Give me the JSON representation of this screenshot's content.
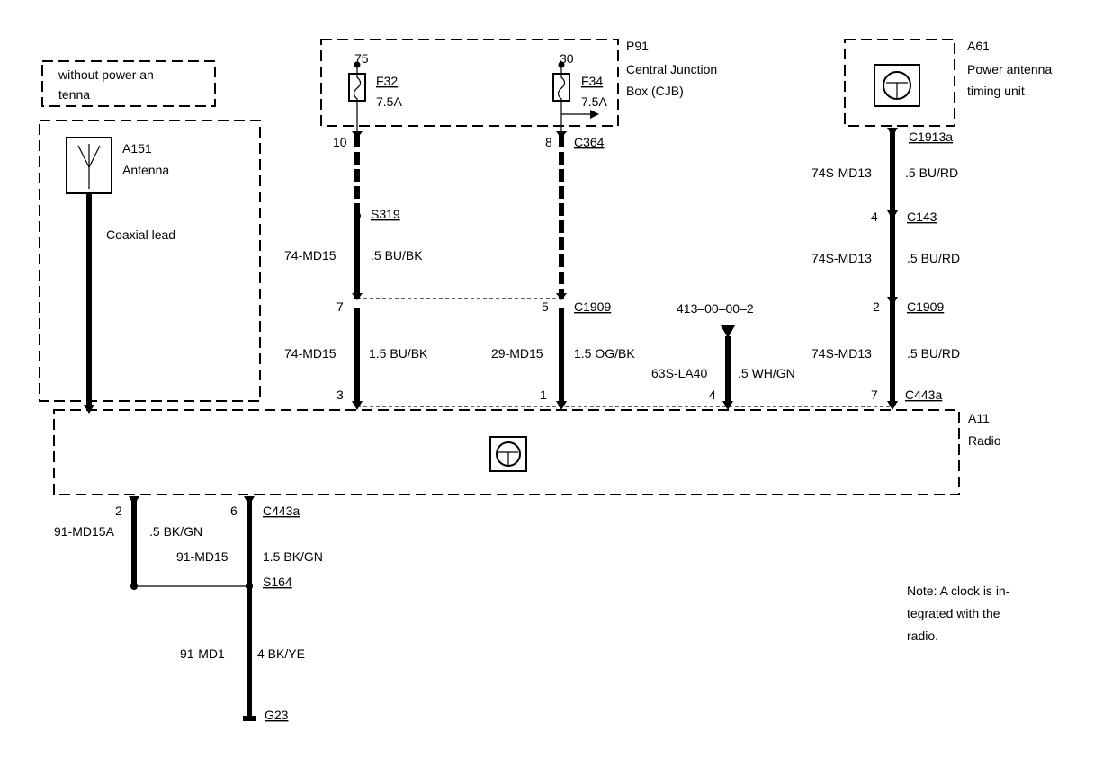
{
  "note_without_antenna": [
    "without power an-",
    "tenna"
  ],
  "antenna": {
    "id": "A151",
    "name": "Antenna",
    "lead": "Coaxial lead"
  },
  "cjb": {
    "id": "P91",
    "name_lines": [
      "Central Junction",
      "Box (CJB)"
    ],
    "fuse1": {
      "pin": "75",
      "id": "F32",
      "rating": "7.5A"
    },
    "fuse2": {
      "pin": "30",
      "id": "F34",
      "rating": "7.5A"
    }
  },
  "pat": {
    "id": "A61",
    "name_lines": [
      "Power antenna",
      "timing unit"
    ]
  },
  "radio": {
    "id": "A11",
    "name": "Radio"
  },
  "wire1": {
    "pin_top": "10",
    "splice": "S319",
    "circuit": "74-MD15",
    "size_color": ".5 BU/BK",
    "pin_mid": "7",
    "circuit2": "74-MD15",
    "size_color2": "1.5 BU/BK",
    "pin_bottom": "3"
  },
  "wire2": {
    "pin_top": "8",
    "connector_top": "C364",
    "pin_mid": "5",
    "connector_mid": "C1909",
    "circuit": "29-MD15",
    "size_color": "1.5 OG/BK",
    "pin_bottom": "1"
  },
  "wire3": {
    "ref": "413–00–00–2",
    "circuit": "63S-LA40",
    "size_color": ".5 WH/GN",
    "pin_bottom": "4"
  },
  "wire4": {
    "connector_top": "C1913a",
    "circuit": "74S-MD13",
    "size_color": ".5 BU/RD",
    "pin2": "4",
    "connector2": "C143",
    "circuit2": "74S-MD13",
    "size_color2": ".5 BU/RD",
    "pin3": "2",
    "connector3": "C1909",
    "circuit3": "74S-MD13",
    "size_color3": ".5 BU/RD",
    "pin_bottom": "7",
    "connector_bottom": "C443a"
  },
  "ground": {
    "left_pin": "2",
    "left_circuit": "91-MD15A",
    "left_size_color": ".5 BK/GN",
    "right_pin": "6",
    "right_connector": "C443a",
    "right_circuit": "91-MD15",
    "right_size_color": "1.5 BK/GN",
    "splice": "S164",
    "main_circuit": "91-MD1",
    "main_size_color": "4 BK/YE",
    "ground_id": "G23"
  },
  "note": [
    "Note: A clock is in-",
    "tegrated with the",
    "radio."
  ]
}
